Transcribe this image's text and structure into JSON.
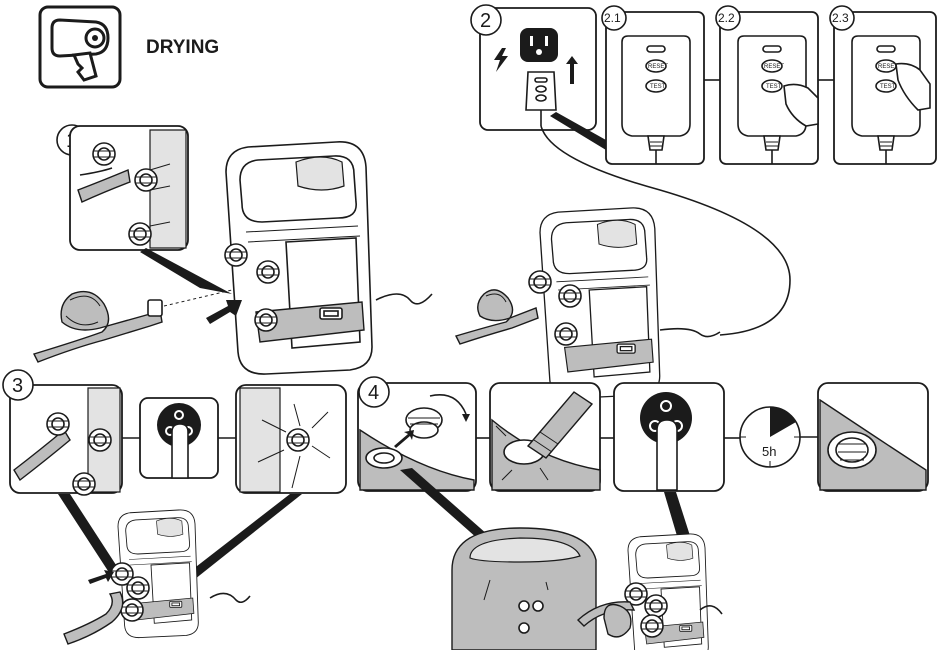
{
  "header": {
    "title": "DRYING",
    "icon": "hair-dryer-icon"
  },
  "steps": {
    "step1": "1",
    "step2": "2",
    "step3": "3",
    "step4": "4"
  },
  "substeps": {
    "s21": "2.1",
    "s22": "2.2",
    "s23": "2.3"
  },
  "controller_buttons": {
    "reset": "RESET",
    "test": "TEST"
  },
  "timer": {
    "label": "5h"
  },
  "colors": {
    "line": "#1b1b1b",
    "fill_gray": "#bdbdbd",
    "fill_light": "#e3e3e3",
    "background": "#ffffff"
  }
}
